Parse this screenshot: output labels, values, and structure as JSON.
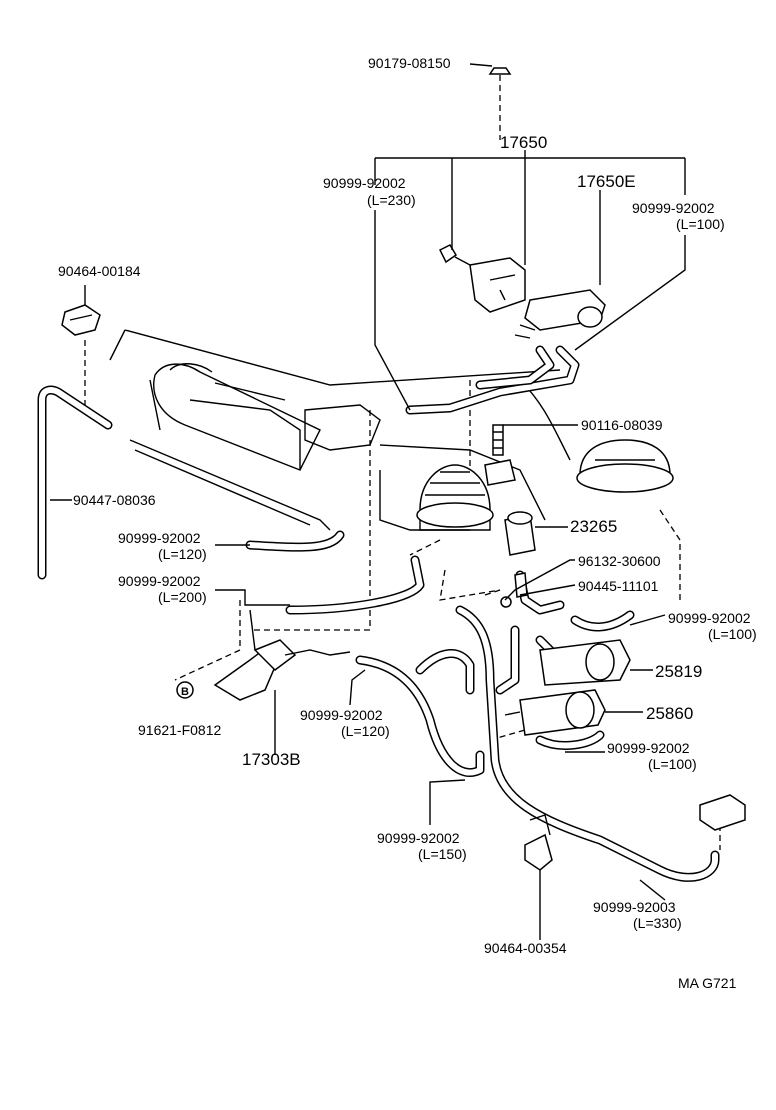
{
  "parts": {
    "p_90179_08150": "90179-08150",
    "p_17650": "17650",
    "p_90999_92002_230": "90999-92002",
    "p_90999_92002_230_len": "(L=230)",
    "p_17650e": "17650E",
    "p_90999_92002_100a": "90999-92002",
    "p_90999_92002_100a_len": "(L=100)",
    "p_90464_00184": "90464-00184",
    "p_90116_08039": "90116-08039",
    "p_90447_08036": "90447-08036",
    "p_23265": "23265",
    "p_90999_92002_120a": "90999-92002",
    "p_90999_92002_120a_len": "(L=120)",
    "p_96132_30600": "96132-30600",
    "p_90999_92002_200": "90999-92002",
    "p_90999_92002_200_len": "(L=200)",
    "p_90445_11101": "90445-11101",
    "p_90999_92002_100b": "90999-92002",
    "p_90999_92002_100b_len": "(L=100)",
    "p_25819": "25819",
    "p_91621_f0812": "91621-F0812",
    "p_90999_92002_120b": "90999-92002",
    "p_90999_92002_120b_len": "(L=120)",
    "p_25860": "25860",
    "p_17303b": "17303B",
    "p_90999_92002_100c": "90999-92002",
    "p_90999_92002_100c_len": "(L=100)",
    "p_90999_92002_150": "90999-92002",
    "p_90999_92002_150_len": "(L=150)",
    "p_90999_92003": "90999-92003",
    "p_90999_92003_len": "(L=330)",
    "p_90464_00354": "90464-00354",
    "circle_b": "B"
  },
  "figure_code": "MA G721"
}
